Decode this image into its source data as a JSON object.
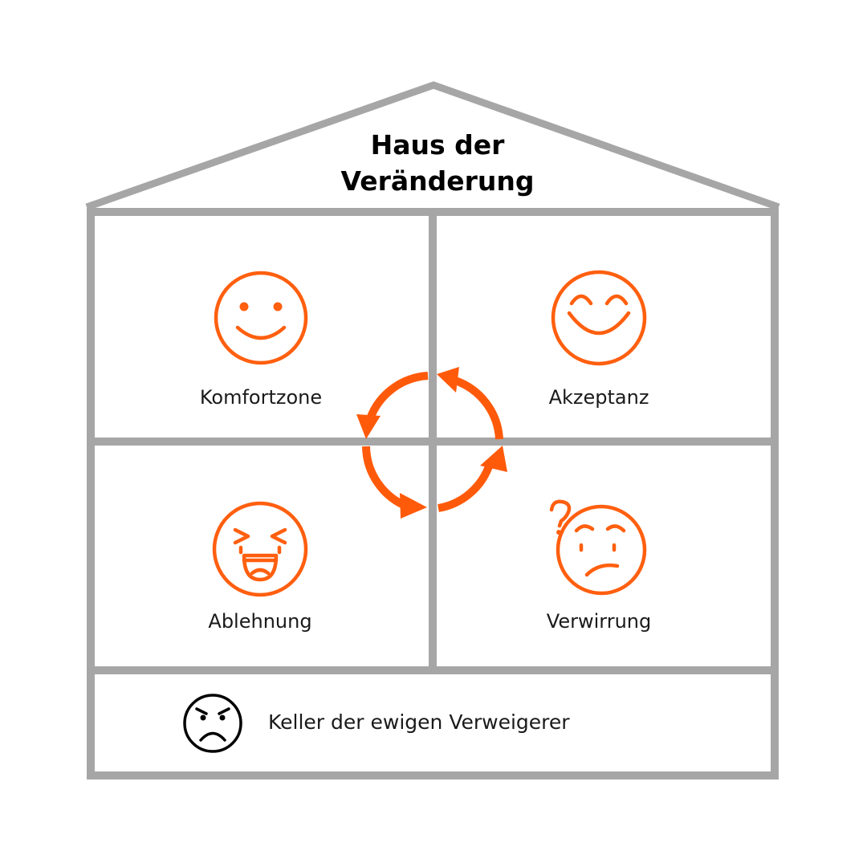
{
  "diagram": {
    "title_lines": [
      "Haus der",
      "Veränderung"
    ],
    "rooms": [
      {
        "label": "Komfortzone",
        "face": "smiling-face-icon"
      },
      {
        "label": "Akzeptanz",
        "face": "happy-closed-eyes-face-icon"
      },
      {
        "label": "Ablehnung",
        "face": "screaming-face-icon"
      },
      {
        "label": "Verwirrung",
        "face": "confused-face-icon"
      }
    ],
    "cellar": {
      "label": "Keller der ewigen Verweigerer",
      "face": "angry-frowning-face-icon"
    },
    "colors": {
      "accent": "#ff5f0f",
      "walls": "#a6a6a6",
      "text": "#000000"
    },
    "cycle_icon": "circular-arrows-icon"
  }
}
